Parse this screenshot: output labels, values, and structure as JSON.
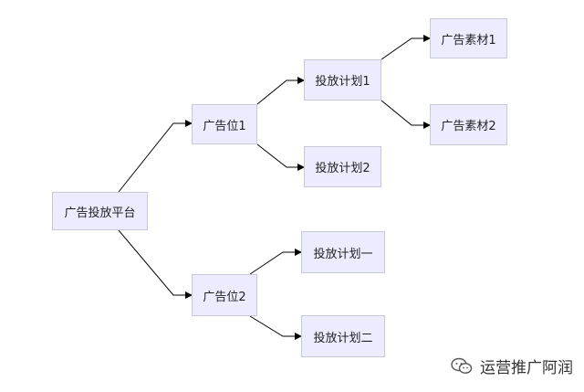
{
  "diagram": {
    "nodes": {
      "root": "广告投放平台",
      "slot1": "广告位1",
      "slot2": "广告位2",
      "plan1": "投放计划1",
      "plan2": "投放计划2",
      "plan_a": "投放计划一",
      "plan_b": "投放计划二",
      "material1": "广告素材1",
      "material2": "广告素材2"
    }
  },
  "watermark": {
    "text": "运营推广阿润",
    "icon": "wechat-icon"
  },
  "colors": {
    "node_fill": "#ececfe",
    "node_border": "#c8c8dc",
    "edge": "#000000"
  }
}
